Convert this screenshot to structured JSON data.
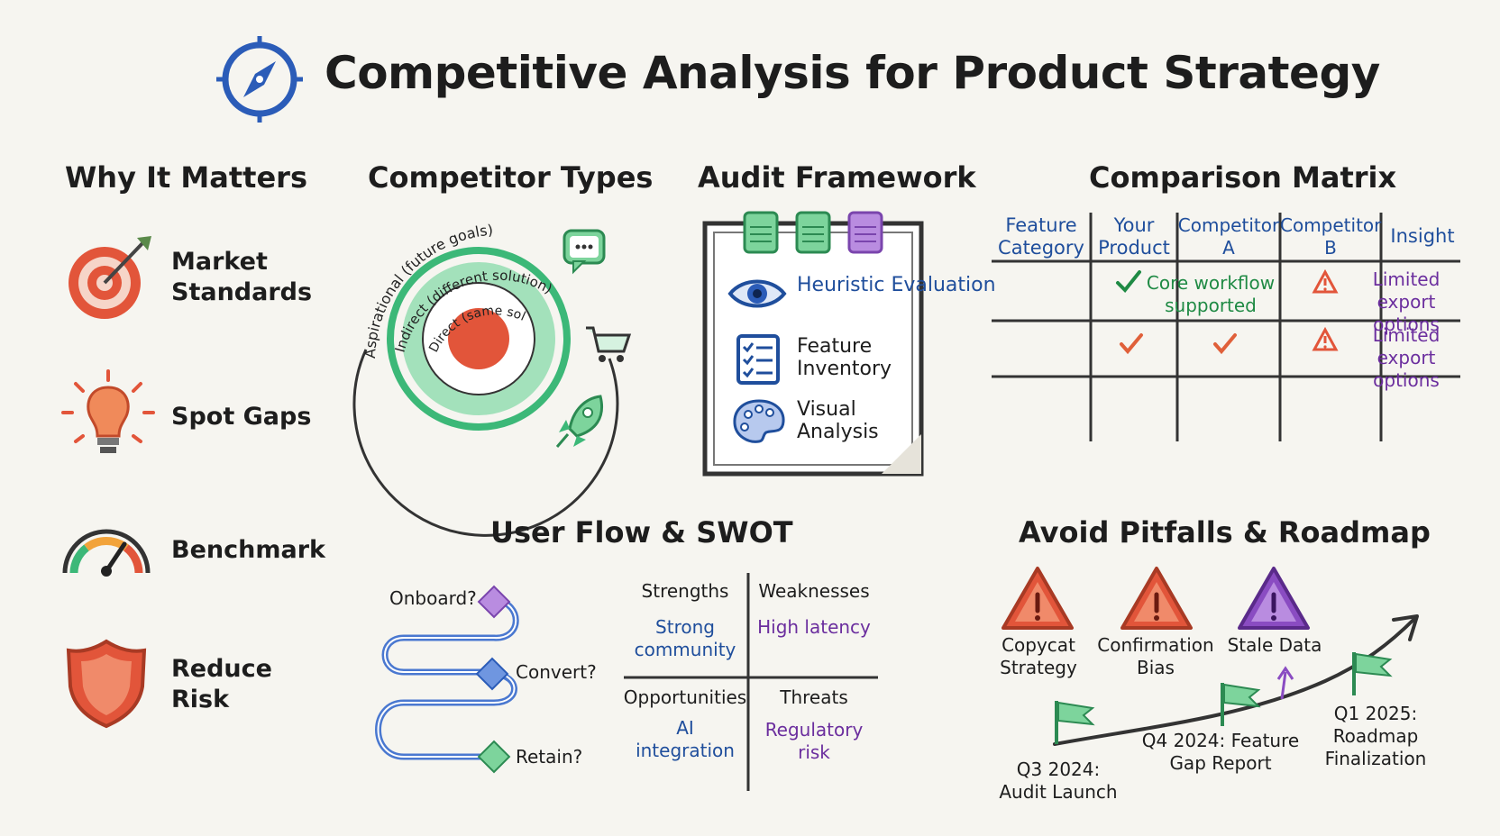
{
  "title": "Competitive Analysis for Product Strategy",
  "why": {
    "heading": "Why It Matters",
    "items": [
      {
        "label": "Market Standards",
        "icon": "target-icon"
      },
      {
        "label": "Spot Gaps",
        "icon": "lightbulb-icon"
      },
      {
        "label": "Benchmark",
        "icon": "gauge-icon"
      },
      {
        "label": "Reduce Risk",
        "icon": "shield-icon"
      }
    ]
  },
  "types": {
    "heading": "Competitor Types",
    "rings": [
      "Aspirational (future goals)",
      "Indirect (different solution)",
      "Direct (same solution)"
    ]
  },
  "audit": {
    "heading": "Audit Framework",
    "items": [
      {
        "label": "Heuristic Evaluation",
        "icon": "eye-icon"
      },
      {
        "label": "Feature Inventory",
        "icon": "checklist-icon"
      },
      {
        "label": "Visual Analysis",
        "icon": "palette-icon"
      }
    ]
  },
  "matrix": {
    "heading": "Comparison Matrix",
    "headers": [
      "Feature Category",
      "Your Product",
      "Competitor A",
      "Competitor B",
      "Insight"
    ],
    "rows": [
      {
        "product": "Core workflow supported",
        "insight": "Limited export options"
      },
      {
        "product": "",
        "insight": "Limited export options"
      }
    ],
    "check_color": "#e0603a"
  },
  "flow": {
    "heading": "User Flow & SWOT",
    "steps": [
      "Onboard?",
      "Convert?",
      "Retain?"
    ],
    "swot": [
      {
        "label": "Strengths",
        "value": "Strong community"
      },
      {
        "label": "Weaknesses",
        "value": "High latency"
      },
      {
        "label": "Opportunities",
        "value": "AI integration"
      },
      {
        "label": "Threats",
        "value": "Regulatory risk"
      }
    ]
  },
  "pitfalls": {
    "heading": "Avoid Pitfalls & Roadmap",
    "items": [
      "Copycat Strategy",
      "Confirmation Bias",
      "Stale Data"
    ],
    "milestones": [
      "Q3 2024: Audit Launch",
      "Q4 2024: Feature Gap Report",
      "Q1 2025: Roadmap Finalization"
    ]
  },
  "colors": {
    "accent_red": "#e2553a",
    "accent_green": "#3cb878",
    "accent_blue": "#2b5cb8",
    "accent_purple": "#8a4cc2"
  }
}
